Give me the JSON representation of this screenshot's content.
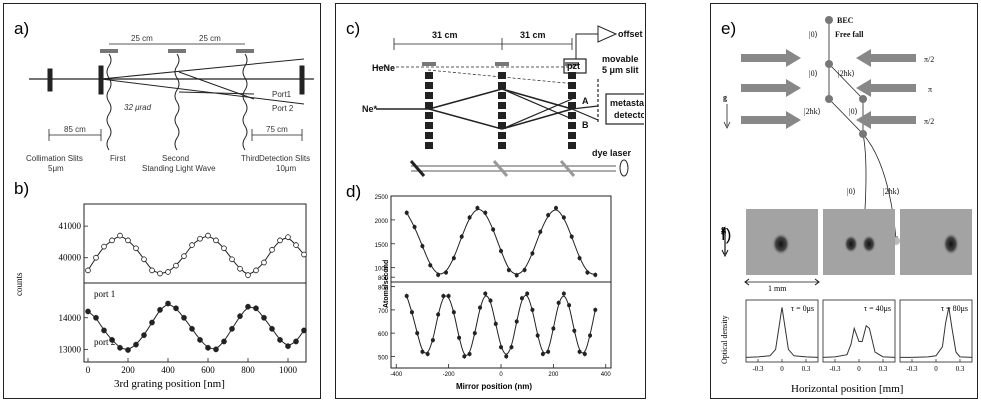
{
  "panels": [
    {
      "id": "abc",
      "labels": {
        "a": "a)",
        "b": "b)"
      }
    },
    {
      "id": "cd",
      "labels": {
        "c": "c)",
        "d": "d)"
      }
    },
    {
      "id": "ef",
      "labels": {
        "e": "e)",
        "f": "f)"
      }
    }
  ],
  "diagram_a": {
    "dim_top_left": "25 cm",
    "dim_top_right": "25 cm",
    "angle": "32 μrad",
    "port1": "Port1",
    "port2": "Port 2",
    "dim_bottom_left": "85 cm",
    "dim_bottom_right": "75 cm",
    "collimation": "Collimation Slits",
    "collimation_size": "5μm",
    "first": "First",
    "second": "Second",
    "third": "Third",
    "standing_wave": "Standing Light Wave",
    "detection": "Detection Slits",
    "detection_size": "10μm"
  },
  "diagram_c": {
    "dim_left": "31 cm",
    "dim_right": "31 cm",
    "hene": "HeNe",
    "ne": "Ne*",
    "pzt": "pzt",
    "offset": "offset",
    "movable": "movable",
    "slit": "5 μm slit",
    "A": "A",
    "B": "B",
    "metastable": "metastable",
    "detector": "detector",
    "dye_laser": "dye laser"
  },
  "diagram_e": {
    "bec": "BEC",
    "free_fall": "Free fall",
    "ket0": "|0⟩",
    "ket2hk": "|2ħk⟩",
    "pi2": "π/2",
    "pi": "π",
    "g": "g"
  },
  "panel_f": {
    "g": "g",
    "scale": "1 mm",
    "ylabel": "Optical density",
    "xlabel": "Horizontal position [mm]",
    "ticks": [
      "-0.3",
      "0",
      "0.3"
    ],
    "taus": [
      "τ = 0μs",
      "τ = 40μs",
      "τ = 80μs"
    ]
  },
  "chart_data": [
    {
      "type": "scatter",
      "panel": "b",
      "xlabel": "3rd grating position    [nm]",
      "ylabel": "counts",
      "x_ticks": [
        0,
        200,
        400,
        600,
        800,
        1000
      ],
      "xlim": [
        -20,
        1090
      ],
      "series": [
        {
          "name": "port 1",
          "ylim": [
            39200,
            41700
          ],
          "y_ticks": [
            40000,
            41000
          ],
          "x": [
            0,
            40,
            80,
            120,
            160,
            200,
            240,
            280,
            320,
            360,
            400,
            440,
            480,
            520,
            560,
            600,
            640,
            680,
            720,
            760,
            800,
            840,
            880,
            920,
            960,
            1000,
            1040,
            1080
          ],
          "y": [
            39600,
            40000,
            40350,
            40550,
            40700,
            40550,
            40300,
            39950,
            39600,
            39500,
            39550,
            39750,
            40050,
            40400,
            40600,
            40700,
            40550,
            40300,
            39950,
            39650,
            39450,
            39600,
            39850,
            40250,
            40550,
            40650,
            40400,
            40100
          ]
        },
        {
          "name": "port 2",
          "ylim": [
            12600,
            15100
          ],
          "y_ticks": [
            13000,
            14000
          ],
          "x": [
            0,
            40,
            80,
            120,
            160,
            200,
            240,
            280,
            320,
            360,
            400,
            440,
            480,
            520,
            560,
            600,
            640,
            680,
            720,
            760,
            800,
            840,
            880,
            920,
            960,
            1000,
            1040,
            1080
          ],
          "y": [
            14200,
            14000,
            13600,
            13300,
            13050,
            12980,
            13150,
            13450,
            13850,
            14250,
            14450,
            14300,
            14000,
            13650,
            13300,
            13050,
            13000,
            13250,
            13650,
            14050,
            14350,
            14300,
            14000,
            13650,
            13300,
            13100,
            13250,
            13600
          ]
        }
      ]
    },
    {
      "type": "scatter",
      "panel": "d",
      "xlabel": "Mirror position (nm)",
      "ylabel": "Atoms/second",
      "x_ticks": [
        -400,
        -200,
        0,
        200,
        400
      ],
      "xlim": [
        -420,
        420
      ],
      "series": [
        {
          "name": "",
          "ylim": [
            700,
            2500
          ],
          "y_ticks": [
            800,
            1000,
            1500,
            2000,
            2500
          ],
          "x": [
            -360,
            -330,
            -300,
            -270,
            -240,
            -210,
            -180,
            -150,
            -120,
            -90,
            -60,
            -30,
            0,
            30,
            60,
            90,
            120,
            150,
            180,
            210,
            240,
            270,
            300,
            330,
            360
          ],
          "y": [
            2150,
            1850,
            1450,
            1050,
            850,
            900,
            1200,
            1650,
            2050,
            2250,
            2150,
            1800,
            1350,
            950,
            840,
            950,
            1300,
            1750,
            2100,
            2250,
            2050,
            1650,
            1200,
            900,
            850
          ]
        },
        {
          "name": "",
          "ylim": [
            450,
            820
          ],
          "y_ticks": [
            500,
            600,
            700,
            800
          ],
          "x": [
            -360,
            -340,
            -320,
            -300,
            -280,
            -260,
            -240,
            -220,
            -200,
            -180,
            -160,
            -140,
            -120,
            -100,
            -80,
            -60,
            -40,
            -20,
            0,
            20,
            40,
            60,
            80,
            100,
            120,
            140,
            160,
            180,
            200,
            220,
            240,
            260,
            280,
            300,
            320,
            340,
            360
          ],
          "y": [
            760,
            690,
            600,
            520,
            510,
            570,
            680,
            760,
            760,
            690,
            580,
            500,
            510,
            600,
            710,
            770,
            740,
            640,
            540,
            500,
            540,
            650,
            750,
            770,
            700,
            590,
            510,
            520,
            620,
            730,
            770,
            720,
            610,
            520,
            510,
            590,
            700
          ]
        }
      ]
    },
    {
      "type": "line",
      "panel": "f",
      "xlabel": "Horizontal position [mm]",
      "ylabel": "Optical density",
      "x_ticks": [
        -0.3,
        0,
        0.3
      ],
      "xlim": [
        -0.45,
        0.45
      ],
      "series": [
        {
          "name": "τ = 0μs",
          "x": [
            -0.45,
            -0.3,
            -0.15,
            -0.08,
            -0.04,
            0,
            0.04,
            0.08,
            0.15,
            0.3,
            0.45
          ],
          "y": [
            0.05,
            0.06,
            0.08,
            0.2,
            0.6,
            1.0,
            0.6,
            0.2,
            0.08,
            0.06,
            0.05
          ]
        },
        {
          "name": "τ = 40μs",
          "x": [
            -0.45,
            -0.3,
            -0.15,
            -0.1,
            -0.06,
            0,
            0.04,
            0.09,
            0.13,
            0.2,
            0.3,
            0.45
          ],
          "y": [
            0.05,
            0.06,
            0.1,
            0.3,
            0.6,
            0.35,
            0.35,
            0.65,
            0.6,
            0.15,
            0.06,
            0.05
          ]
        },
        {
          "name": "τ = 80μs",
          "x": [
            -0.45,
            -0.3,
            -0.1,
            0,
            0.08,
            0.12,
            0.16,
            0.2,
            0.25,
            0.3,
            0.45
          ],
          "y": [
            0.05,
            0.05,
            0.06,
            0.08,
            0.25,
            0.7,
            1.0,
            0.6,
            0.15,
            0.06,
            0.05
          ]
        }
      ]
    }
  ]
}
